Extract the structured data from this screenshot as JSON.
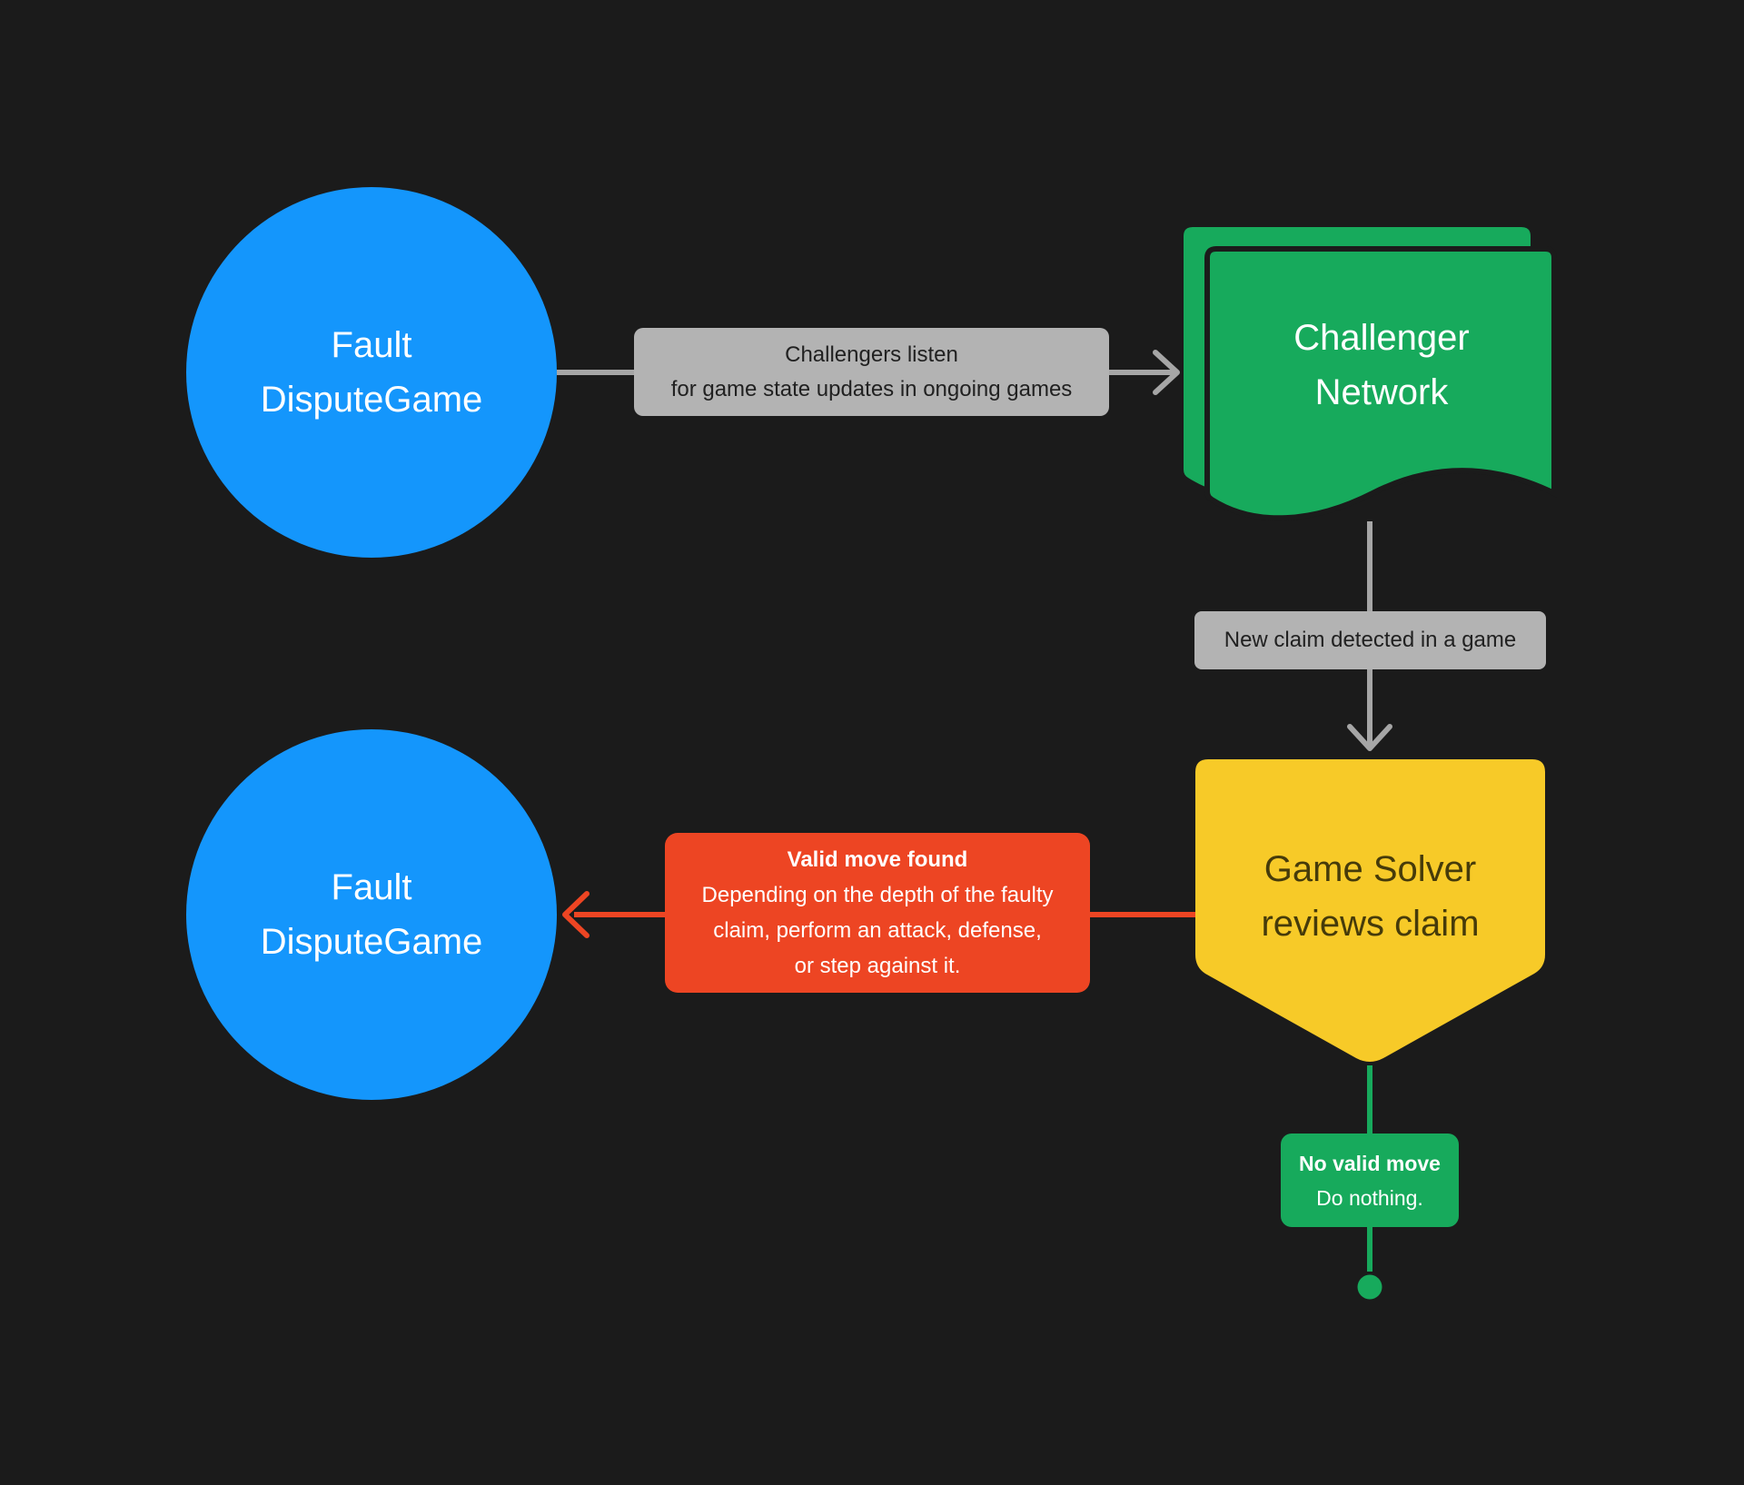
{
  "colors": {
    "background": "#1B1B1B",
    "blue": "#1496FC",
    "green": "#17AA5C",
    "yellow": "#F7CA28",
    "red": "#ED4523",
    "gray": "#B3B3B3",
    "line_gray": "#A6A6A6",
    "dark_text": "#212121",
    "yellow_text": "#463B0A",
    "white_text": "#FFFFFF"
  },
  "top_flow": {
    "fault_circle": {
      "line1": "Fault",
      "line2": "DisputeGame"
    },
    "listen_label": {
      "line1": "Challengers listen",
      "line2": "for game state updates in ongoing games"
    },
    "challenger_network": {
      "line1": "Challenger",
      "line2": "Network"
    },
    "new_claim_label": {
      "text": "New claim detected in a game"
    },
    "game_solver": {
      "line1": "Game Solver",
      "line2": "reviews claim"
    }
  },
  "bottom_flow": {
    "fault_circle": {
      "line1": "Fault",
      "line2": "DisputeGame"
    },
    "valid_move_label": {
      "title": "Valid move found",
      "line1": "Depending on the depth of the faulty",
      "line2": "claim, perform an attack, defense,",
      "line3": "or step against it."
    },
    "no_valid_move_label": {
      "title": "No valid move",
      "line1": "Do nothing."
    }
  }
}
